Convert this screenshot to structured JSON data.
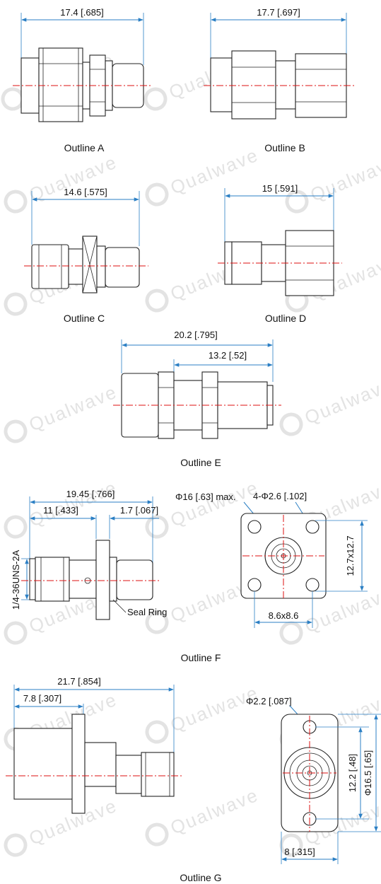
{
  "watermark": {
    "text": "Qualwave"
  },
  "outlines": {
    "a": {
      "caption": "Outline A",
      "dim_overall": "17.4 [.685]"
    },
    "b": {
      "caption": "Outline B",
      "dim_overall": "17.7 [.697]"
    },
    "c": {
      "caption": "Outline C",
      "dim_overall": "14.6 [.575]"
    },
    "d": {
      "caption": "Outline D",
      "dim_overall": "15 [.591]"
    },
    "e": {
      "caption": "Outline E",
      "dim_overall": "20.2 [.795]",
      "dim_partial": "13.2 [.52]"
    },
    "f": {
      "caption": "Outline F",
      "dim_overall": "19.45 [.766]",
      "dim_left": "11 [.433]",
      "dim_flange": "1.7 [.067]",
      "thread_label": "1/4-36UNS-2A",
      "seal_ring_label": "Seal Ring",
      "flange_dia": "Φ16 [.63] max.",
      "holes": "4-Φ2.6 [.102]",
      "hole_spacing_vertical": "12.7x12.7",
      "hole_spacing_bottom": "8.6x8.6"
    },
    "g": {
      "caption": "Outline G",
      "dim_overall": "21.7 [.854]",
      "dim_left": "7.8 [.307]",
      "hole_dia": "Φ2.2 [.087]",
      "hole_spacing": "12.2 [.48]",
      "flange_height": "Φ16.5 [.65]",
      "flange_width": "8 [.315]"
    }
  }
}
